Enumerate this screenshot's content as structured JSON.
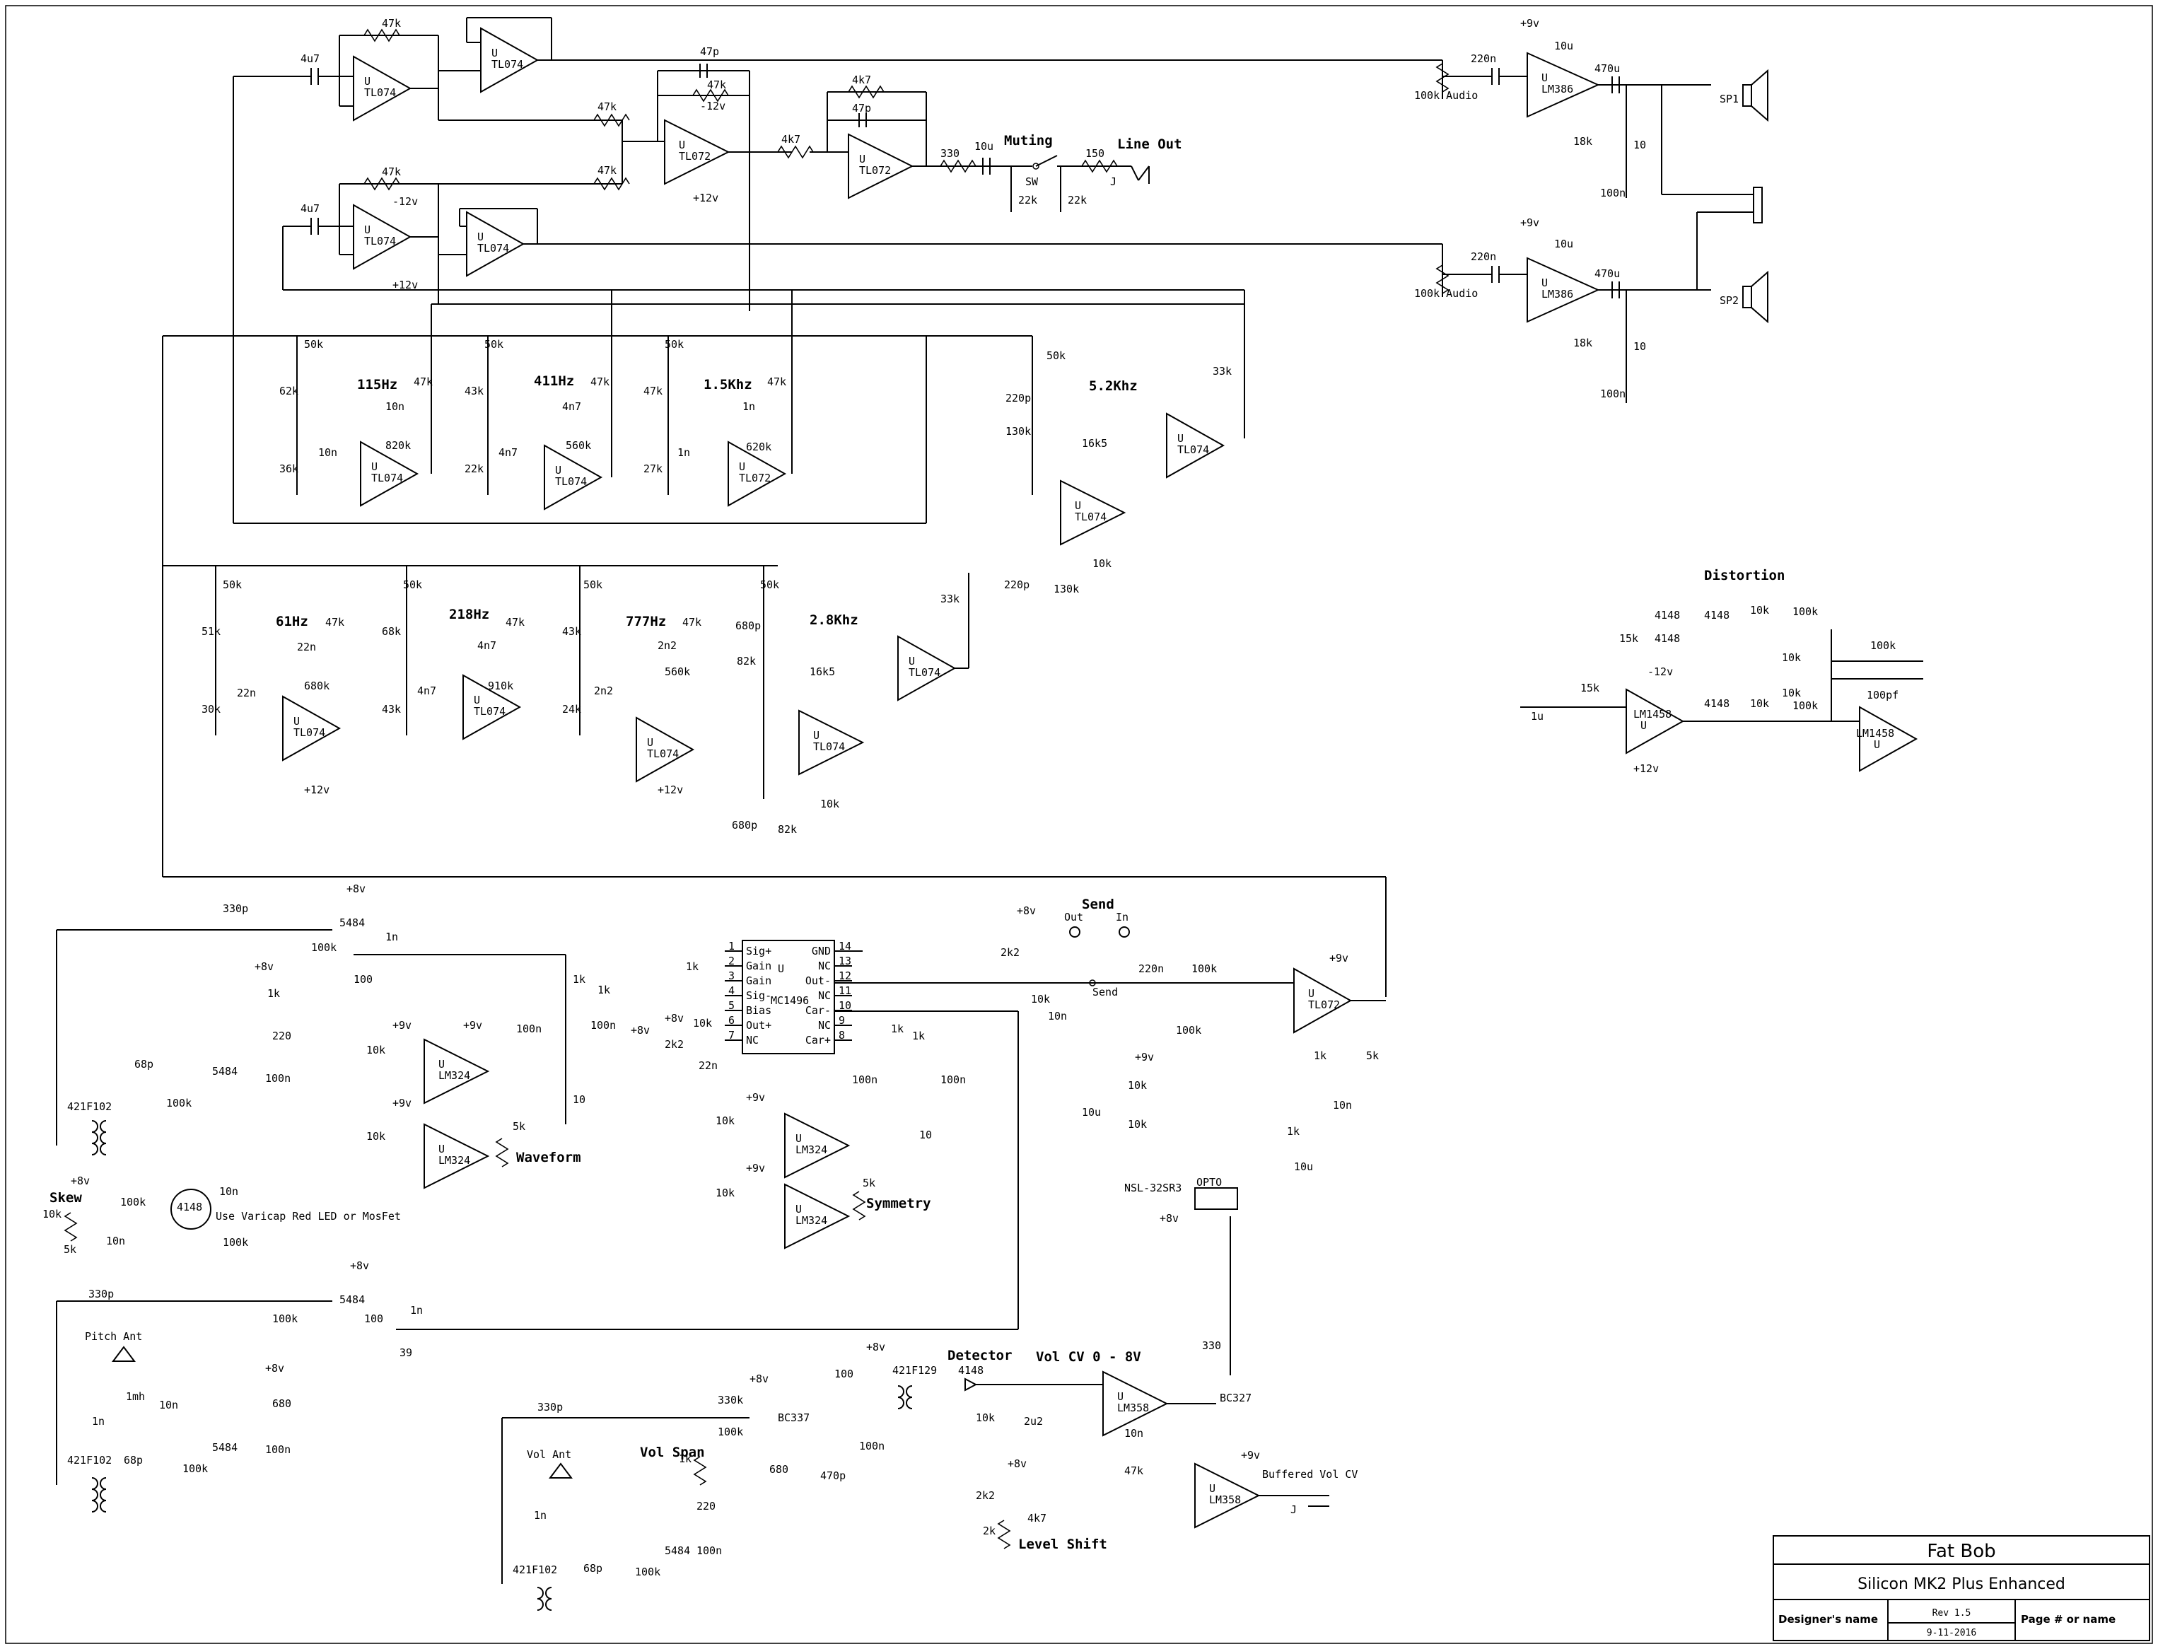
{
  "title_block": {
    "title": "Fat Bob",
    "subtitle": "Silicon MK2 Plus Enhanced",
    "designer_label": "Designer's name",
    "rev": "Rev 1.5",
    "date": "9-11-2016",
    "page_label": "Page # or name"
  },
  "sections": {
    "muting": "Muting",
    "line_out": "Line Out",
    "distortion": "Distortion",
    "send": "Send",
    "send_out": "Out",
    "send_in": "In",
    "waveform": "Waveform",
    "symmetry": "Symmetry",
    "skew": "Skew",
    "pitch_ant": "Pitch Ant",
    "vol_ant": "Vol Ant",
    "vol_span": "Vol Span",
    "detector": "Detector",
    "vol_cv": "Vol CV 0 - 8V",
    "level_shift": "Level Shift",
    "buffered_vol_cv": "Buffered Vol CV",
    "varicap_note": "Use Varicap Red LED or MosFet",
    "opto": "OPTO",
    "nsl": "NSL-32SR3"
  },
  "filter_bands": [
    "115Hz",
    "411Hz",
    "1.5Khz",
    "5.2Khz",
    "61Hz",
    "218Hz",
    "777Hz",
    "2.8Khz"
  ],
  "opamps": {
    "tl074": "TL074",
    "tl072": "TL072",
    "lm386": "LM386",
    "lm1458": "LM1458",
    "lm324": "LM324",
    "lm358": "LM358",
    "mc1496": "MC1496",
    "u": "U"
  },
  "mc1496_pins_left": [
    "Sig+",
    "Gain",
    "Gain",
    "Sig-",
    "Bias",
    "Out+",
    "NC"
  ],
  "mc1496_pins_right": [
    "GND",
    "NC",
    "Out-",
    "NC",
    "Car-",
    "NC",
    "Car+"
  ],
  "mc1496_nums_left": [
    "1",
    "2",
    "3",
    "4",
    "5",
    "6",
    "7"
  ],
  "mc1496_nums_right": [
    "14",
    "13",
    "12",
    "11",
    "10",
    "9",
    "8"
  ],
  "components": {
    "c_4u7": "4u7",
    "r_47k": "47k",
    "c_47p": "47p",
    "r_4k7": "4k7",
    "r_330": "330",
    "c_10u": "10u",
    "r_150": "150",
    "r_22k": "22k",
    "sw": "SW",
    "jack": "J",
    "c_220n": "220n",
    "c_470u": "470u",
    "r_18k": "18k",
    "r_10": "10",
    "c_100n": "100n",
    "pot_100k_audio": "100k Audio",
    "sp1": "SP1",
    "sp2": "SP2",
    "p9v": "+9v",
    "p12v": "+12v",
    "m12v": "-12v",
    "p8v": "+8v",
    "r_50k": "50k",
    "r_62k": "62k",
    "r_36k": "36k",
    "c_10n": "10n",
    "r_820k": "820k",
    "r_43k": "43k",
    "r_22k_b": "22k",
    "c_4n7": "4n7",
    "r_560k": "560k",
    "r_27k": "27k",
    "c_1n": "1n",
    "r_620k": "620k",
    "c_220p": "220p",
    "r_130k": "130k",
    "r_16k5": "16k5",
    "r_10k": "10k",
    "r_33k": "33k",
    "r_51k": "51k",
    "r_30k": "30k",
    "c_22n": "22n",
    "r_680k": "680k",
    "r_68k": "68k",
    "r_910k": "910k",
    "r_24k": "24k",
    "c_2n2": "2n2",
    "c_680p": "680p",
    "r_82k": "82k",
    "d_4148": "4148",
    "r_15k": "15k",
    "r_100k": "100k",
    "c_1u": "1u",
    "c_100pf": "100pf",
    "c_330p": "330p",
    "j_5484": "5484",
    "r_100": "100",
    "r_1k": "1k",
    "r_220": "220",
    "c_68p": "68p",
    "j_421f102": "421F102",
    "r_5k": "5k",
    "r_39": "39",
    "l_1mh": "1mh",
    "r_680": "680",
    "r_2k2": "2k2",
    "r_1k_b": "1k",
    "c_2u2": "2u2",
    "j_421f129": "421F129",
    "q_bc337": "BC337",
    "q_bc327": "BC327",
    "c_470p": "470p",
    "r_330k": "330k",
    "r_2k": "2k"
  }
}
